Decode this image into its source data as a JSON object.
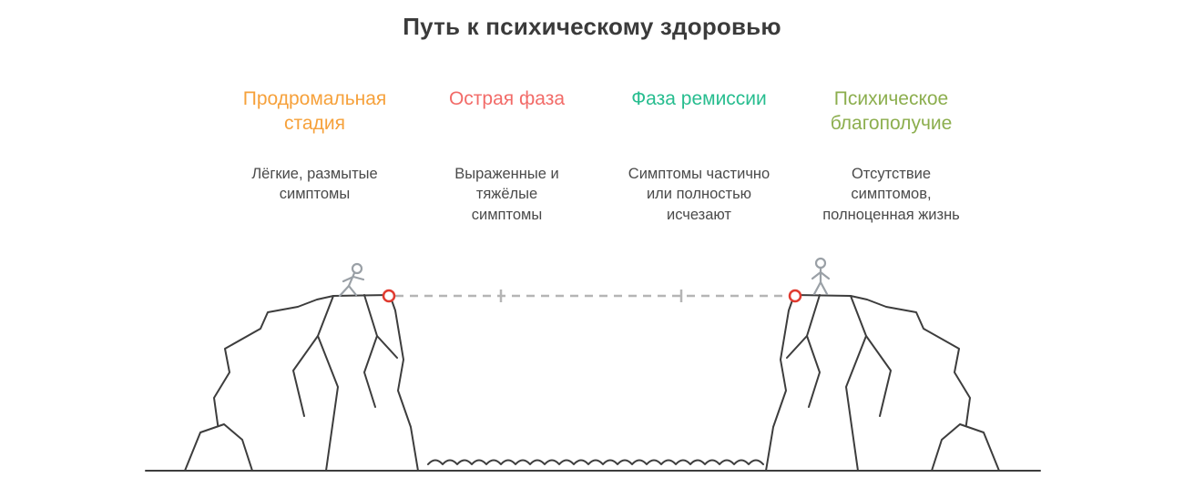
{
  "title": "Путь к психическому здоровью",
  "stages": [
    {
      "label": "Продромальная стадия",
      "description": "Лёгкие, размытые симптомы",
      "color": "#F6A13B"
    },
    {
      "label": "Острая фаза",
      "description": "Выраженные и тяжёлые симптомы",
      "color": "#F26B68"
    },
    {
      "label": "Фаза ремиссии",
      "description": "Симптомы частично или полностью исчезают",
      "color": "#27BD8F"
    },
    {
      "label": "Психическое благополучие",
      "description": "Отсутствие симптомов, полноценная жизнь",
      "color": "#8CAE4E"
    }
  ],
  "illustration": {
    "outline_color": "#3D3D3D",
    "figure_color": "#9AA0A6",
    "rope_color": "#B5B5B5",
    "marker_color": "#E03A2F",
    "elements": [
      "left-cliff",
      "right-cliff",
      "tightrope",
      "rope-anchor-left",
      "rope-anchor-right",
      "stick-figure-left",
      "stick-figure-right",
      "water-line",
      "ground-line"
    ]
  }
}
